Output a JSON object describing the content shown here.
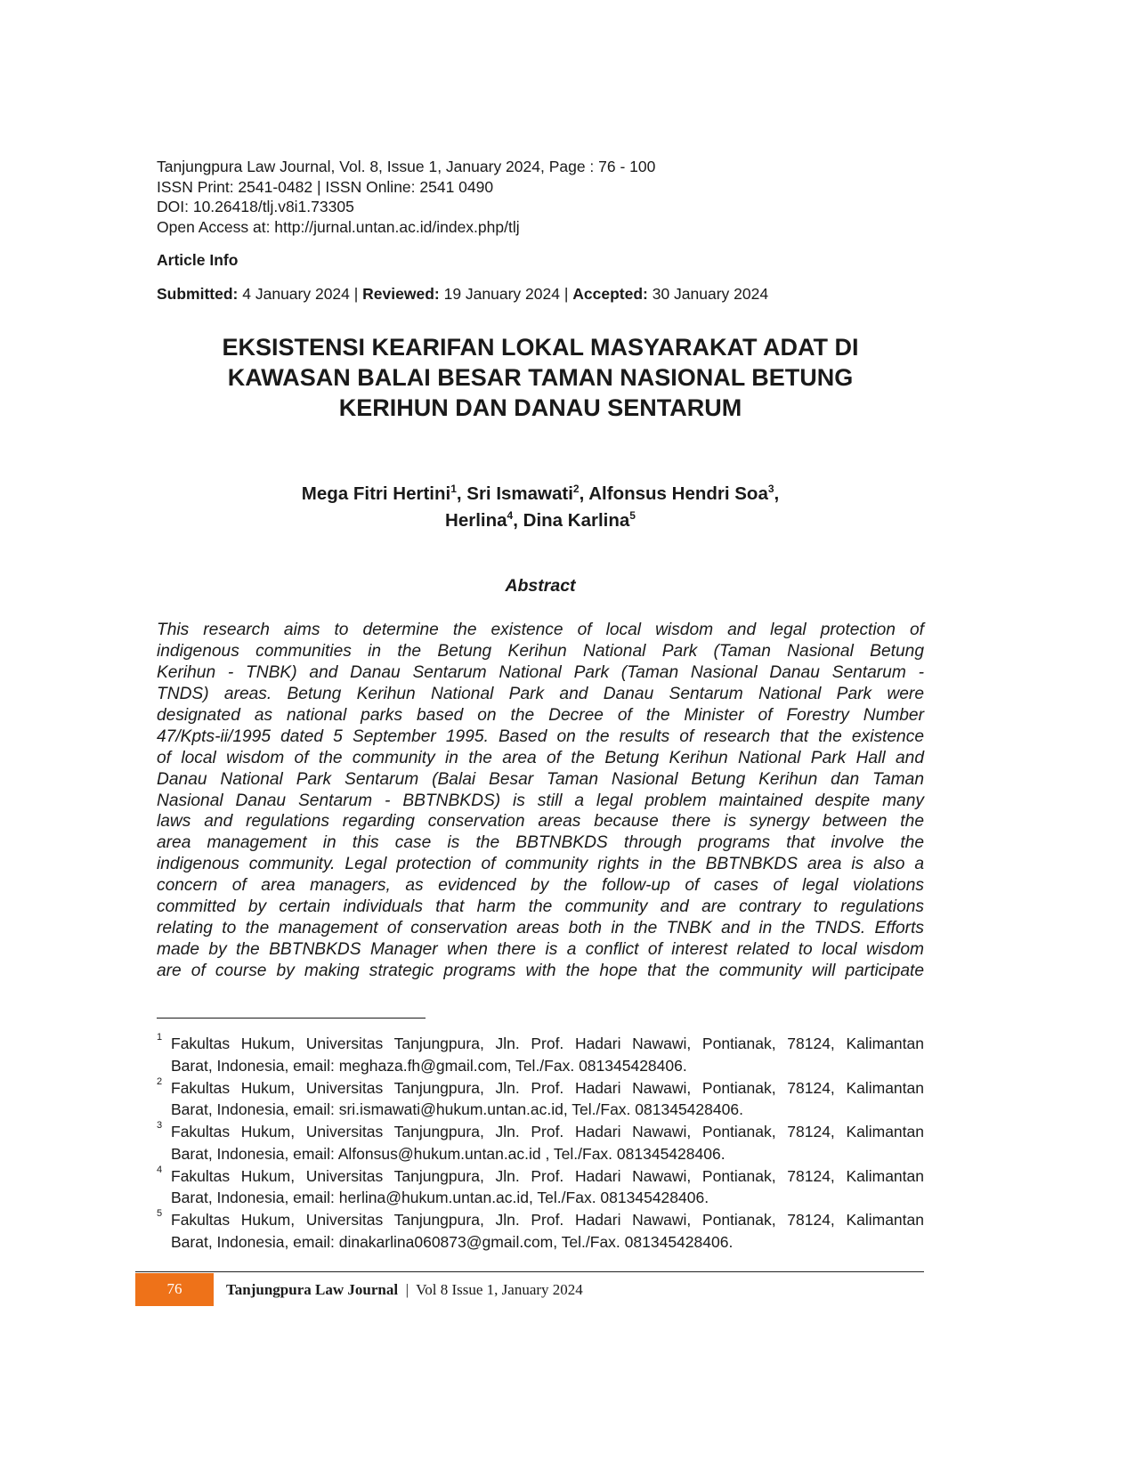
{
  "header": {
    "line1": "Tanjungpura Law Journal, Vol. 8, Issue 1, January 2024, Page : 76 - 100",
    "line2": "ISSN Print: 2541-0482 | ISSN Online: 2541 0490",
    "line3": "DOI: 10.26418/tlj.v8i1.73305",
    "line4": "Open Access at: http://jurnal.untan.ac.id/index.php/tlj"
  },
  "article_info": "Article Info",
  "dates": {
    "submitted_label": "Submitted:",
    "submitted_value": " 4 January 2024 | ",
    "reviewed_label": "Reviewed:",
    "reviewed_value": " 19 January 2024 | ",
    "accepted_label": "Accepted:",
    "accepted_value": " 30 January 2024"
  },
  "title_lines": [
    "EKSISTENSI KEARIFAN LOKAL MASYARAKAT ADAT DI",
    "KAWASAN BALAI BESAR TAMAN NASIONAL BETUNG",
    "KERIHUN DAN DANAU SENTARUM"
  ],
  "authors": [
    {
      "name": "Mega Fitri Hertini",
      "sup": "1",
      "sep": ", "
    },
    {
      "name": "Sri Ismawati",
      "sup": "2",
      "sep": ", "
    },
    {
      "name": "Alfonsus Hendri Soa",
      "sup": "3",
      "sep": ","
    },
    {
      "name": "Herlina",
      "sup": "4",
      "sep": ", "
    },
    {
      "name": "Dina Karlina",
      "sup": "5",
      "sep": ""
    }
  ],
  "abstract_heading": "Abstract",
  "abstract_lines": [
    "This research aims to determine the existence of local wisdom and legal protection of",
    "indigenous communities in the Betung Kerihun National Park (Taman Nasional Betung",
    "Kerihun - TNBK) and Danau Sentarum National Park (Taman Nasional Danau Sentarum -",
    "TNDS) areas. Betung Kerihun National Park and Danau Sentarum National Park were",
    "designated as national parks based on the Decree of the Minister of Forestry Number",
    "47/Kpts-ii/1995 dated 5 September 1995. Based on the results of research that the existence",
    "of local wisdom of the community in the area of the Betung Kerihun National Park Hall and",
    "Danau National Park Sentarum (Balai Besar Taman Nasional Betung Kerihun dan Taman",
    "Nasional Danau Sentarum - BBTNBKDS) is still a legal problem maintained despite many",
    "laws and regulations regarding conservation areas because there is synergy between the",
    "area management in this case is the BBTNBKDS through programs that involve the",
    "indigenous community. Legal protection of community rights in the BBTNBKDS area is also a",
    "concern of area managers, as evidenced by the follow-up of cases of legal violations",
    "committed by certain individuals that harm the community and are contrary to regulations",
    "relating to the management of conservation areas both in the TNBK and in the TNDS. Efforts",
    "made by the BBTNBKDS Manager when there is a conflict of interest related to local wisdom",
    "are of course by making strategic programs with the hope that the community will participate"
  ],
  "footnotes": [
    {
      "num": "1",
      "line1": "Fakultas Hukum, Universitas Tanjungpura, Jln. Prof. Hadari Nawawi, Pontianak, 78124, Kalimantan",
      "line2": "Barat, Indonesia, email: meghaza.fh@gmail.com, Tel./Fax. 081345428406."
    },
    {
      "num": "2",
      "line1": "Fakultas Hukum, Universitas Tanjungpura, Jln. Prof. Hadari Nawawi, Pontianak, 78124, Kalimantan",
      "line2": "Barat, Indonesia, email: sri.ismawati@hukum.untan.ac.id, Tel./Fax. 081345428406."
    },
    {
      "num": "3",
      "line1": "Fakultas Hukum, Universitas Tanjungpura, Jln. Prof. Hadari Nawawi, Pontianak, 78124, Kalimantan",
      "line2": "Barat, Indonesia, email: Alfonsus@hukum.untan.ac.id , Tel./Fax. 081345428406."
    },
    {
      "num": "4",
      "line1": "Fakultas Hukum, Universitas Tanjungpura, Jln. Prof. Hadari Nawawi, Pontianak, 78124, Kalimantan",
      "line2": "Barat, Indonesia, email: herlina@hukum.untan.ac.id, Tel./Fax. 081345428406."
    },
    {
      "num": "5",
      "line1": "Fakultas Hukum, Universitas Tanjungpura, Jln. Prof. Hadari Nawawi, Pontianak, 78124, Kalimantan",
      "line2": "Barat, Indonesia, email: dinakarlina060873@gmail.com, Tel./Fax. 081345428406."
    }
  ],
  "footer": {
    "page_number": "76",
    "journal": "Tanjungpura Law Journal",
    "issue": "  |  Vol 8 Issue 1, January 2024"
  },
  "colors": {
    "footer_accent": "#ee7219"
  }
}
